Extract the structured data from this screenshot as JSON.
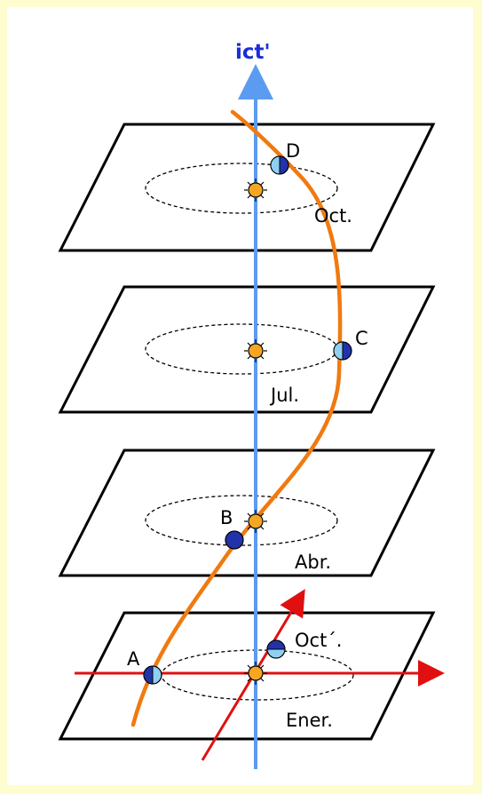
{
  "axis": {
    "label": "ict'",
    "color": "#1a2fd6",
    "line_color": "#5b9bf0"
  },
  "planes": [
    {
      "month": "Oct.",
      "point": "D"
    },
    {
      "month": "Jul.",
      "point": "C"
    },
    {
      "month": "Abr.",
      "point": "B"
    },
    {
      "month": "Ener.",
      "point": "A"
    }
  ],
  "extra_label": "Oct´.",
  "colors": {
    "background": "#fdfdd0",
    "worldline": "#f07a10",
    "earth": "#2233aa",
    "earth_light": "#8fd0f0",
    "sun": "#f5a623",
    "red_axes": "#e01010"
  }
}
